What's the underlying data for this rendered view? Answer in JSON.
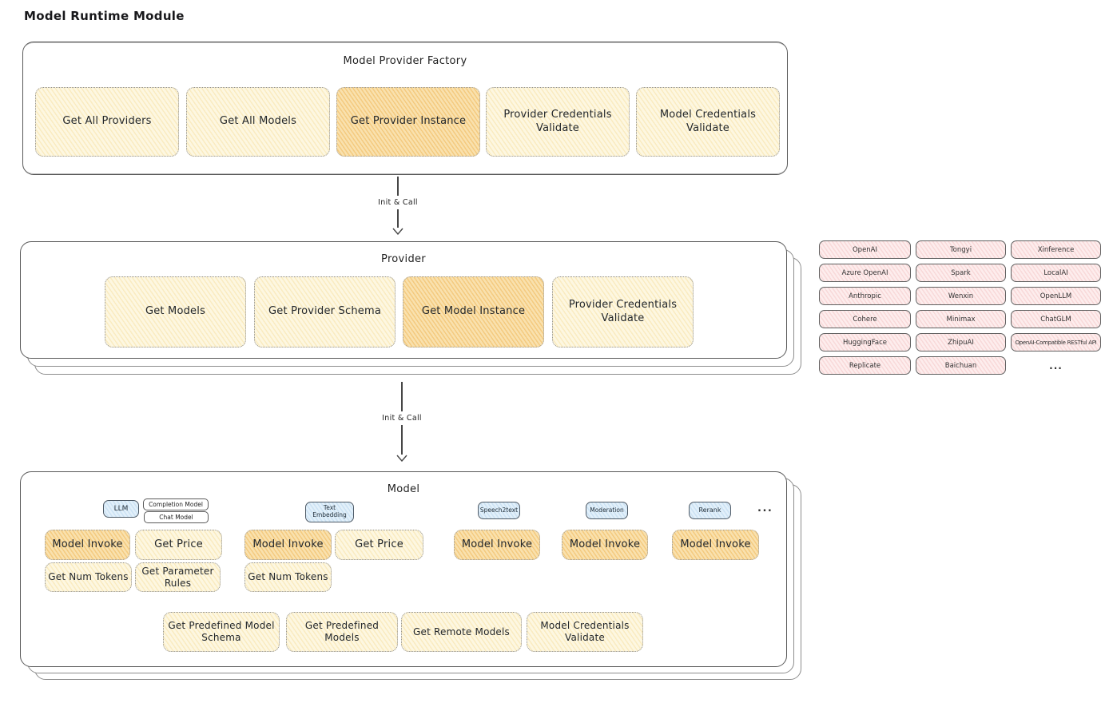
{
  "title": "Model Runtime Module",
  "factory": {
    "title": "Model Provider Factory",
    "items": [
      {
        "label": "Get All Providers",
        "highlighted": false
      },
      {
        "label": "Get All Models",
        "highlighted": false
      },
      {
        "label": "Get Provider Instance",
        "highlighted": true
      },
      {
        "label": "Provider Credentials Validate",
        "highlighted": false
      },
      {
        "label": "Model Credentials Validate",
        "highlighted": false
      }
    ]
  },
  "arrow1": {
    "label": "Init & Call"
  },
  "arrow2": {
    "label": "Init & Call"
  },
  "provider": {
    "title": "Provider",
    "items": [
      {
        "label": "Get Models",
        "highlighted": false
      },
      {
        "label": "Get Provider Schema",
        "highlighted": false
      },
      {
        "label": "Get Model Instance",
        "highlighted": true
      },
      {
        "label": "Provider Credentials Validate",
        "highlighted": false
      }
    ]
  },
  "providers_grid": {
    "rows": [
      [
        "OpenAI",
        "Tongyi",
        "Xinference"
      ],
      [
        "Azure OpenAI",
        "Spark",
        "LocalAI"
      ],
      [
        "Anthropic",
        "Wenxin",
        "OpenLLM"
      ],
      [
        "Cohere",
        "Minimax",
        "ChatGLM"
      ],
      [
        "HuggingFace",
        "ZhipuAI",
        "OpenAI-Compatible RESTful API"
      ],
      [
        "Replicate",
        "Baichuan",
        "..."
      ]
    ]
  },
  "model": {
    "title": "Model",
    "groups": [
      {
        "tab": "LLM",
        "subtabs": [
          "Completion Model",
          "Chat Model"
        ],
        "ops": [
          "Model Invoke",
          "Get Price",
          "Get Num Tokens",
          "Get Parameter Rules"
        ]
      },
      {
        "tab": "Text Embedding",
        "ops": [
          "Model Invoke",
          "Get Price",
          "Get Num Tokens"
        ]
      },
      {
        "tab": "Speech2text",
        "ops": [
          "Model Invoke"
        ]
      },
      {
        "tab": "Moderation",
        "ops": [
          "Model Invoke"
        ]
      },
      {
        "tab": "Rerank",
        "ops": [
          "Model Invoke"
        ]
      }
    ],
    "more": "...",
    "shared_ops": [
      "Get Predefined Model Schema",
      "Get Predefined Models",
      "Get Remote Models",
      "Model Credentials Validate"
    ]
  },
  "colors": {
    "box_yellow": "#fdf7e1",
    "box_orange_highlight": "#f9e1ae",
    "box_pink": "#fdeded",
    "box_blue": "#e2f0fa",
    "border_dark": "#5a5a5a",
    "text": "#1f2328"
  }
}
